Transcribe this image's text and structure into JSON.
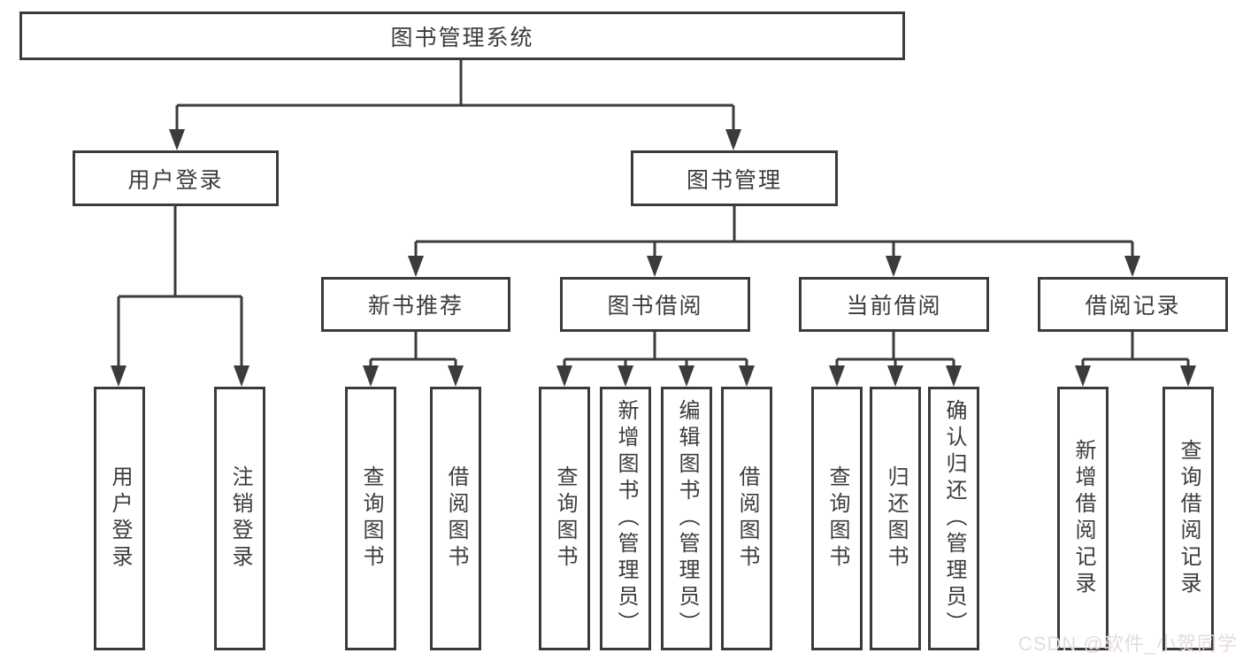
{
  "colors": {
    "line": "#3b3b3b",
    "text": "#3c3c3c",
    "watermark": "#e6dbdb"
  },
  "watermark": {
    "text": "CSDN @软件_小贺同学"
  },
  "tree": {
    "label": "图书管理系统",
    "branches": [
      {
        "label": "用户登录",
        "children": [
          {
            "label": "用户登录"
          },
          {
            "label": "注销登录"
          }
        ]
      },
      {
        "label": "图书管理",
        "children": [
          {
            "label": "新书推荐",
            "children": [
              {
                "label": "查询图书"
              },
              {
                "label": "借阅图书"
              }
            ]
          },
          {
            "label": "图书借阅",
            "children": [
              {
                "label": "查询图书"
              },
              {
                "label": "新增图书（管理员）"
              },
              {
                "label": "编辑图书（管理员）"
              },
              {
                "label": "借阅图书"
              }
            ]
          },
          {
            "label": "当前借阅",
            "children": [
              {
                "label": "查询图书"
              },
              {
                "label": "归还图书"
              },
              {
                "label": "确认归还（管理员）"
              }
            ]
          },
          {
            "label": "借阅记录",
            "children": [
              {
                "label": "新增借阅记录"
              },
              {
                "label": "查询借阅记录"
              }
            ]
          }
        ]
      }
    ]
  }
}
